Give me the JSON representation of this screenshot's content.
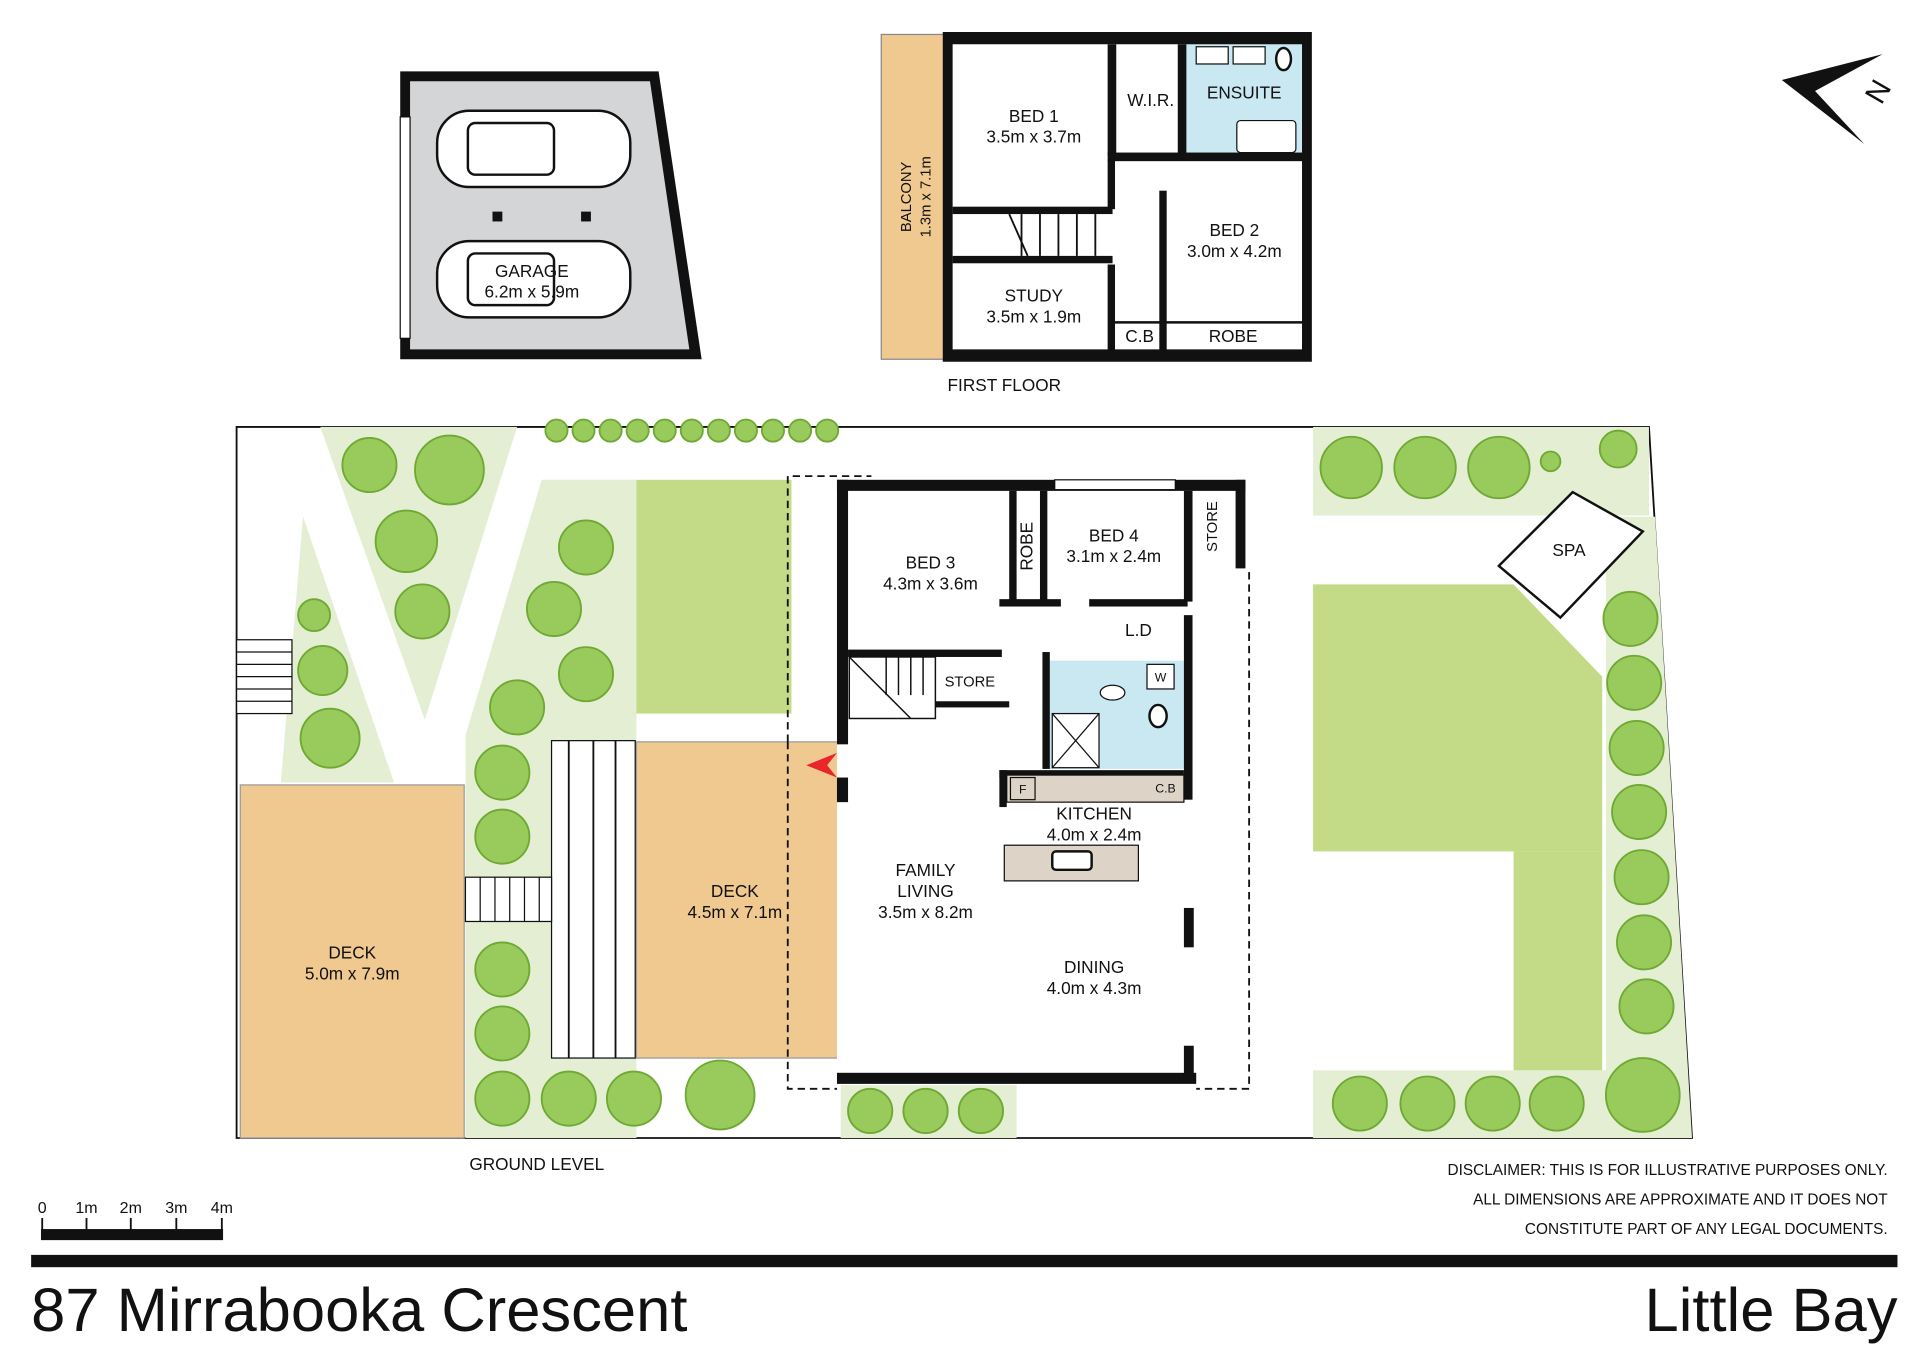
{
  "address": "87 Mirrabooka Crescent",
  "suburb": "Little Bay",
  "disclaimer": [
    "DISCLAIMER: THIS IS FOR ILLUSTRATIVE PURPOSES ONLY.",
    "ALL DIMENSIONS ARE APPROXIMATE AND IT DOES NOT",
    "CONSTITUTE PART OF ANY LEGAL DOCUMENTS."
  ],
  "scale_bar": {
    "ticks": [
      "0",
      "1m",
      "2m",
      "3m",
      "4m"
    ]
  },
  "compass": {
    "label": "N",
    "icon": "north-arrow-icon"
  },
  "colors": {
    "deck": "#f0c990",
    "lawn": "#c3db86",
    "garden": "#e3eed3",
    "wet_area": "#c9e8f2",
    "garage": "#d4d5d7",
    "bench": "#ddd3c6",
    "entry_marker": "#e8262b"
  },
  "garage": {
    "name": "GARAGE",
    "size": "6.2m x 5.9m"
  },
  "first_floor": {
    "title": "FIRST FLOOR",
    "balcony": {
      "name": "BALCONY",
      "size": "1.3m x 7.1m"
    },
    "bed1": {
      "name": "BED 1",
      "size": "3.5m x 3.7m"
    },
    "wir": "W.I.R.",
    "ensuite": "ENSUITE",
    "bed2": {
      "name": "BED 2",
      "size": "3.0m x 4.2m"
    },
    "study": {
      "name": "STUDY",
      "size": "3.5m x 1.9m"
    },
    "cb": "C.B",
    "robe": "ROBE"
  },
  "ground_level": {
    "title": "GROUND LEVEL",
    "bed3": {
      "name": "BED 3",
      "size": "4.3m x 3.6m"
    },
    "robe": "ROBE",
    "bed4": {
      "name": "BED 4",
      "size": "3.1m x 2.4m"
    },
    "store_top": "STORE",
    "store_stairs": "STORE",
    "ld": "L.D",
    "w": "W",
    "fridge": "F",
    "cb": "C.B",
    "kitchen": {
      "name": "KITCHEN",
      "size": "4.0m x 2.4m"
    },
    "family": {
      "name1": "FAMILY",
      "name2": "LIVING",
      "size": "3.5m x 8.2m"
    },
    "dining": {
      "name": "DINING",
      "size": "4.0m x 4.3m"
    },
    "deck_mid": {
      "name": "DECK",
      "size": "4.5m x 7.1m"
    },
    "deck_left": {
      "name": "DECK",
      "size": "5.0m x 7.9m"
    },
    "spa": "SPA"
  }
}
